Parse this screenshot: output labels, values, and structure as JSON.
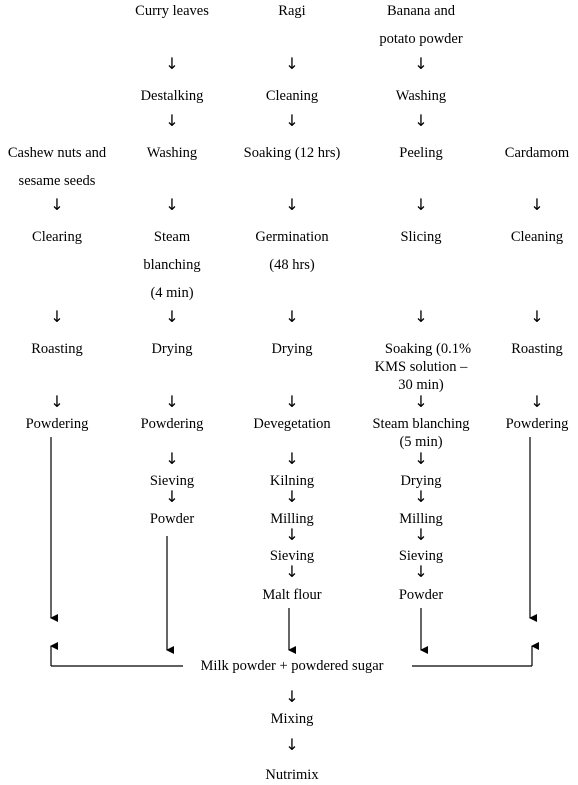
{
  "columns": {
    "cashew": {
      "title": [
        "Cashew nuts and",
        "sesame seeds"
      ],
      "steps": [
        "Clearing",
        "Roasting",
        "Powdering"
      ]
    },
    "curry": {
      "title": [
        "Curry leaves"
      ],
      "steps": [
        "Destalking",
        "Washing",
        "Steam",
        "blanching",
        "(4 min)",
        "Drying",
        "Powdering",
        "Sieving",
        "Powder"
      ]
    },
    "ragi": {
      "title": [
        "Ragi"
      ],
      "steps": [
        "Cleaning",
        "Soaking (12 hrs)",
        "Germination",
        "(48 hrs)",
        "Drying",
        "Devegetation",
        "Kilning",
        "Milling",
        "Sieving",
        "Malt flour"
      ]
    },
    "banana": {
      "title": [
        "Banana and",
        "potato powder"
      ],
      "steps": [
        "Washing",
        "Peeling",
        "Slicing",
        "Soaking (0.1%",
        "KMS solution –",
        "30 min)",
        "Steam blanching",
        "(5 min)",
        "Drying",
        "Milling",
        "Sieving",
        "Powder"
      ]
    },
    "cardamom": {
      "title": [
        "Cardamom"
      ],
      "steps": [
        "Cleaning",
        "Roasting",
        "Powdering"
      ]
    }
  },
  "merge": {
    "label": "Milk powder + powdered sugar",
    "steps": [
      "Mixing",
      "Nutrimix"
    ]
  },
  "arrow_glyph": "↓"
}
